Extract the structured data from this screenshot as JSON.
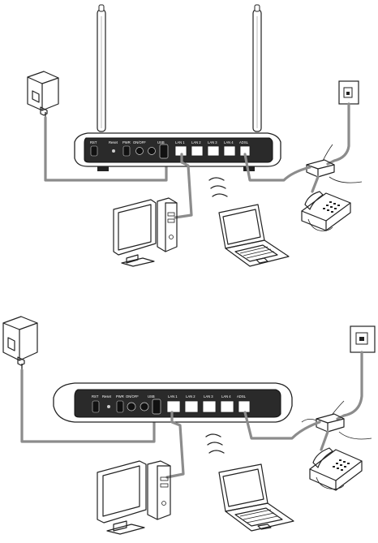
{
  "diagrams": [
    {
      "variant": "with-antennas",
      "router_ports": [
        "RST",
        "Reset",
        "PWR",
        "ON/OFF",
        "USB",
        "LAN 1",
        "LAN 2",
        "LAN 3",
        "LAN 4",
        "ADSL"
      ]
    },
    {
      "variant": "without-antennas",
      "router_ports": [
        "RST",
        "Reset",
        "PWR",
        "ON/OFF",
        "USB",
        "LAN 1",
        "LAN 2",
        "LAN 3",
        "LAN 4",
        "ADSL"
      ]
    }
  ],
  "colors": {
    "cable": "#8c8c8c",
    "outline": "#222222",
    "panel": "#2a2a2a"
  }
}
